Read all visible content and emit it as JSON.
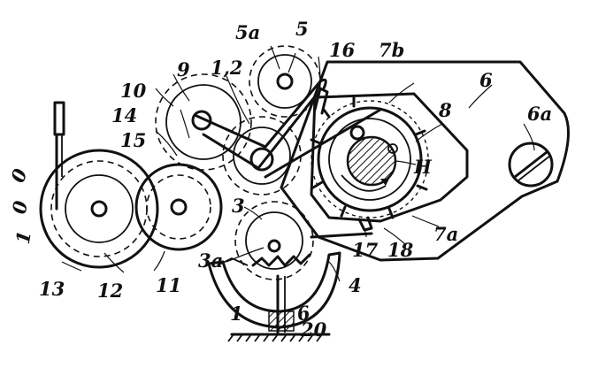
{
  "labels": {
    "l1_2": "1,2",
    "l3": "3",
    "l3a": "3a",
    "l4": "4",
    "l5": "5",
    "l5a": "5a",
    "l6": "6",
    "l6a": "6a",
    "l7a": "7a",
    "l7b": "7b",
    "l8": "8",
    "l9": "9",
    "l10": "10",
    "l11": "11",
    "l12": "12",
    "l13": "13",
    "l14": "14",
    "l15": "15",
    "l16": "16",
    "l17": "17",
    "l18": "18",
    "l20": "20",
    "lH": "H"
  },
  "dial_numerals": [
    "0",
    "0",
    "1"
  ],
  "pointer_digits": [
    "1",
    "6"
  ]
}
